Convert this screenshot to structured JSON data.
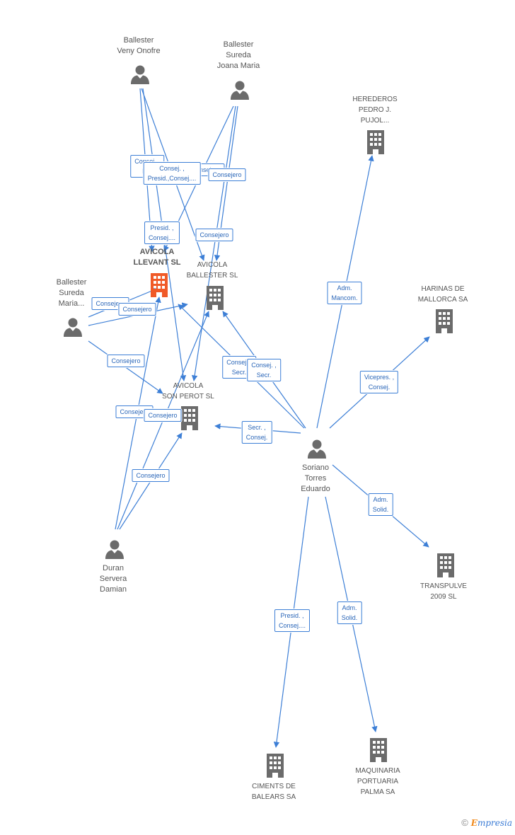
{
  "colors": {
    "edge": "#3d7fd6",
    "icon": "#6b6b6b",
    "focus_icon": "#f05a28",
    "label": "#555555"
  },
  "nodes": [
    {
      "id": "ballester_veny",
      "type": "person",
      "label": "Ballester\nVeny Onofre"
    },
    {
      "id": "ballester_sureda_joana",
      "type": "person",
      "label": "Ballester\nSureda\nJoana Maria"
    },
    {
      "id": "herederos",
      "type": "company",
      "label": "HEREDEROS\nPEDRO J.\nPUJOL..."
    },
    {
      "id": "avicola_llevant",
      "type": "company",
      "focus": true,
      "label": "AVICOLA\nLLEVANT SL"
    },
    {
      "id": "avicola_ballester",
      "type": "company",
      "label": "AVICOLA\nBALLESTER SL"
    },
    {
      "id": "ballester_sureda_maria",
      "type": "person",
      "label": "Ballester\nSureda\nMaria..."
    },
    {
      "id": "harinas",
      "type": "company",
      "label": "HARINAS DE\nMALLORCA SA"
    },
    {
      "id": "avicola_son_perot",
      "type": "company",
      "label": "AVICOLA\nSON PEROT SL"
    },
    {
      "id": "soriano",
      "type": "person",
      "label": "Soriano\nTorres\nEduardo"
    },
    {
      "id": "duran",
      "type": "person",
      "label": "Duran\nServera\nDamian"
    },
    {
      "id": "transpulve",
      "type": "company",
      "label": "TRANSPULVE\n2009 SL"
    },
    {
      "id": "ciments",
      "type": "company",
      "label": "CIMENTS DE\nBALEARS SA"
    },
    {
      "id": "maquinaria",
      "type": "company",
      "label": "MAQUINARIA\nPORTUARIA\nPALMA SA"
    }
  ],
  "edge_labels": [
    {
      "id": "e1",
      "text": "Consej. ,\nD..."
    },
    {
      "id": "e2",
      "text": "Consej. ,\nPresid.,Consej...."
    },
    {
      "id": "e3",
      "text": "Consejero"
    },
    {
      "id": "e4",
      "text": "Presid. ,\nConsej...."
    },
    {
      "id": "e5",
      "text": "Consejero"
    },
    {
      "id": "e6",
      "text": "Consejero"
    },
    {
      "id": "e7",
      "text": "Consejero"
    },
    {
      "id": "e8",
      "text": "Consejero"
    },
    {
      "id": "e9",
      "text": "Consejero"
    },
    {
      "id": "e10",
      "text": "Consejero"
    },
    {
      "id": "e11",
      "text": "Consejero"
    },
    {
      "id": "e12",
      "text": "Consejero"
    },
    {
      "id": "e13",
      "text": "Consej. ,\nSecr."
    },
    {
      "id": "e14",
      "text": "Consej. ,\nSecr."
    },
    {
      "id": "e15",
      "text": "Secr. ,\nConsej."
    },
    {
      "id": "e16",
      "text": "Adm.\nMancom."
    },
    {
      "id": "e17",
      "text": "Vicepres. ,\nConsej."
    },
    {
      "id": "e18",
      "text": "Adm.\nSolid."
    },
    {
      "id": "e19",
      "text": "Presid. ,\nConsej...."
    },
    {
      "id": "e20",
      "text": "Adm.\nSolid."
    }
  ],
  "footer": {
    "copyright": "©",
    "brand_initial": "E",
    "brand_rest": "mpresia"
  }
}
